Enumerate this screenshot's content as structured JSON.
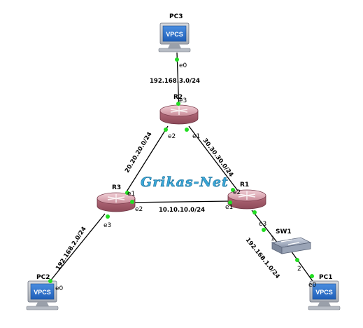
{
  "watermark": "Grikas-Net",
  "nodes": {
    "pc3": {
      "name": "PC3",
      "screen": "VPCS"
    },
    "pc2": {
      "name": "PC2",
      "screen": "VPCS"
    },
    "pc1": {
      "name": "PC1",
      "screen": "VPCS"
    },
    "r1": {
      "name": "R1"
    },
    "r2": {
      "name": "R2"
    },
    "r3": {
      "name": "R3"
    },
    "sw1": {
      "name": "SW1"
    }
  },
  "interfaces": {
    "pc3_e0": "e0",
    "r2_e3": "e3",
    "r2_e2": "e2",
    "r2_e1": "e1",
    "r3_e1": "e1",
    "r3_e2": "e2",
    "r3_e3": "e3",
    "r1_e2": "e2",
    "r1_e1": "e1",
    "r1_e3": "e3",
    "sw1_p1": "1",
    "sw1_p2": "2",
    "pc1_e0": "e0",
    "pc2_e0": "e0"
  },
  "networks": {
    "pc3_r2": "192.168.3.0/24",
    "r2_r3": "20.20.20.0/24",
    "r2_r1": "30.30.30.0/24",
    "r3_r1": "10.10.10.0/24",
    "r3_pc2": "192.168.2.0/24",
    "sw1_pc1": "192.168.1.0/24"
  },
  "colors": {
    "link": "#000000",
    "link_up": "#22dd22",
    "router_top": "#e5b3bd",
    "router_body": "#b9707f",
    "watermark": "#3aa7d8"
  }
}
